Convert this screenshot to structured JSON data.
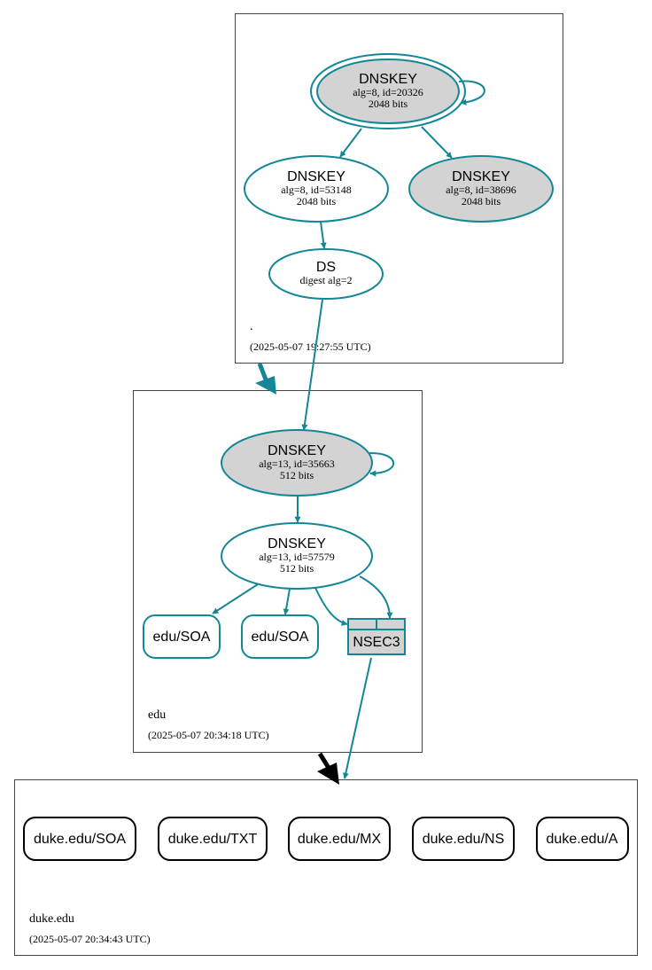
{
  "colors": {
    "edge": "#138796",
    "node_fill_sep": "#d3d3d3",
    "node_fill": "#ffffff",
    "delegation_black": "#000000"
  },
  "zones": {
    "root": {
      "name": ".",
      "timestamp": "(2025-05-07 19:27:55 UTC)",
      "ksk": {
        "title": "DNSKEY",
        "line1": "alg=8, id=20326",
        "line2": "2048 bits"
      },
      "zsk": {
        "title": "DNSKEY",
        "line1": "alg=8, id=53148",
        "line2": "2048 bits"
      },
      "key3": {
        "title": "DNSKEY",
        "line1": "alg=8, id=38696",
        "line2": "2048 bits"
      },
      "ds": {
        "title": "DS",
        "line1": "digest alg=2"
      }
    },
    "edu": {
      "name": "edu",
      "timestamp": "(2025-05-07 20:34:18 UTC)",
      "ksk": {
        "title": "DNSKEY",
        "line1": "alg=13, id=35663",
        "line2": "512 bits"
      },
      "zsk": {
        "title": "DNSKEY",
        "line1": "alg=13, id=57579",
        "line2": "512 bits"
      },
      "soa1": "edu/SOA",
      "soa2": "edu/SOA",
      "nsec3": "NSEC3"
    },
    "duke": {
      "name": "duke.edu",
      "timestamp": "(2025-05-07 20:34:43 UTC)",
      "records": [
        "duke.edu/SOA",
        "duke.edu/TXT",
        "duke.edu/MX",
        "duke.edu/NS",
        "duke.edu/A"
      ]
    }
  }
}
